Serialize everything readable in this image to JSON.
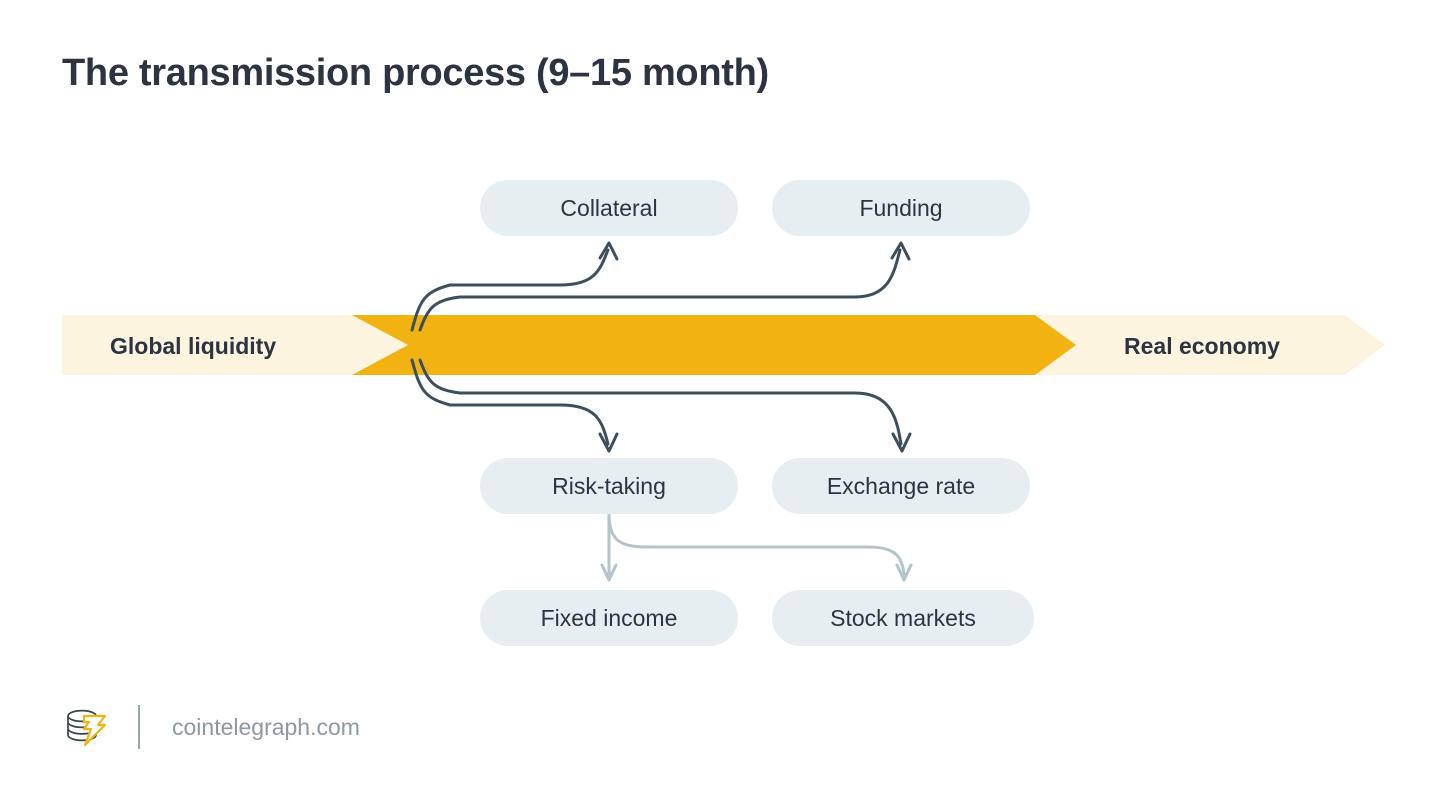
{
  "title": "The transmission process (9–15 month)",
  "band": {
    "left_label": "Global liquidity",
    "right_label": "Real economy",
    "arrow_color": "#f2b211",
    "track_color": "#fdf4e0"
  },
  "nodes": [
    {
      "id": "collateral",
      "label": "Collateral"
    },
    {
      "id": "funding",
      "label": "Funding"
    },
    {
      "id": "risk-taking",
      "label": "Risk-taking"
    },
    {
      "id": "exchange-rate",
      "label": "Exchange rate"
    },
    {
      "id": "fixed-income",
      "label": "Fixed income"
    },
    {
      "id": "stock-markets",
      "label": "Stock markets"
    }
  ],
  "connectors": {
    "primary_color": "#3d4e5c",
    "secondary_color": "#b4c3cc",
    "edges": [
      {
        "from": "global-liquidity",
        "to": "collateral"
      },
      {
        "from": "global-liquidity",
        "to": "funding"
      },
      {
        "from": "global-liquidity",
        "to": "risk-taking"
      },
      {
        "from": "global-liquidity",
        "to": "exchange-rate"
      },
      {
        "from": "risk-taking",
        "to": "fixed-income"
      },
      {
        "from": "risk-taking",
        "to": "stock-markets"
      }
    ]
  },
  "footer": {
    "site": "cointelegraph.com",
    "logo_name": "cointelegraph-logo",
    "logo_accent": "#f2b211"
  },
  "colors": {
    "background": "#ffffff",
    "text_dark": "#2b3440",
    "node_fill": "#e7eef2",
    "footer_text": "#8c99a2"
  }
}
